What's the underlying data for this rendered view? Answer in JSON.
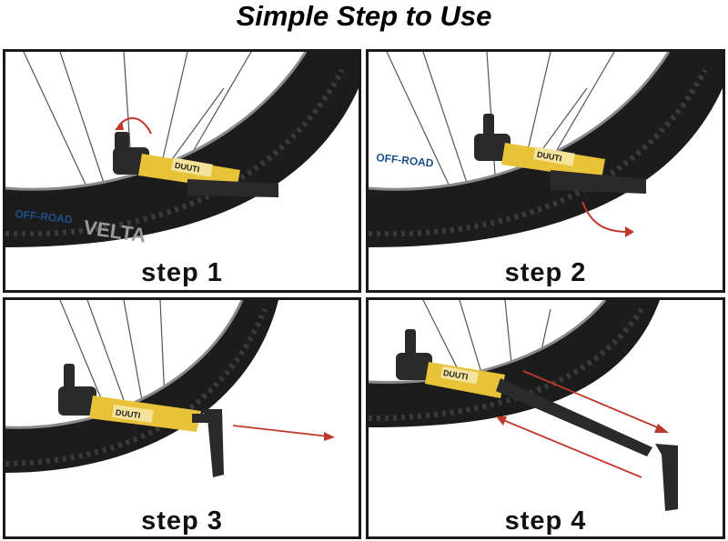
{
  "title": "Simple Step to Use",
  "colors": {
    "tire": "#1c1c1c",
    "tread": "#2e2e2e",
    "pump_body": "#e8c33a",
    "pump_dark": "#2a2a2a",
    "arrow": "#c0392b",
    "rim_text": "#1e4f8a"
  },
  "brand": "DUUTI",
  "rim_text": "OFF-ROAD",
  "rim_mark": "VELTA",
  "steps": [
    {
      "label": "step 1"
    },
    {
      "label": "step 2"
    },
    {
      "label": "step 3"
    },
    {
      "label": "step 4"
    }
  ]
}
